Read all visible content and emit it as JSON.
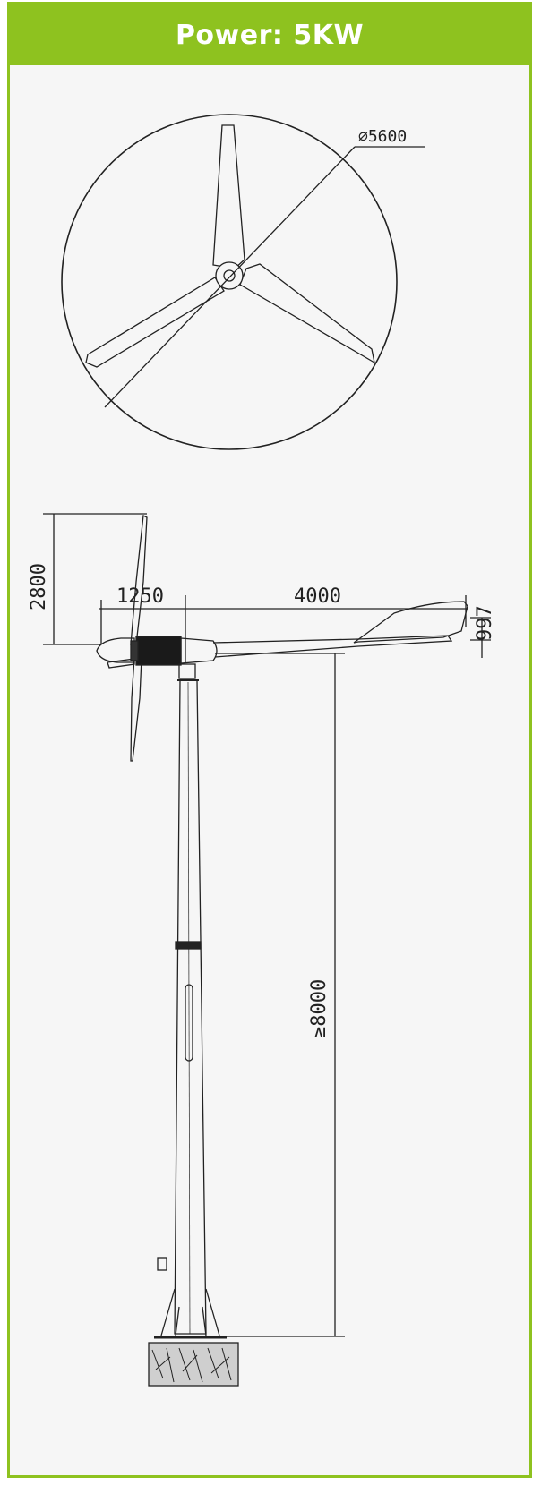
{
  "header": {
    "title": "Power: 5KW"
  },
  "colors": {
    "accent": "#8ec21f",
    "panel": "#f6f6f6",
    "line": "#222222"
  },
  "dimensions": {
    "rotor_diameter": "⌀5600",
    "blade_height": "2800",
    "hub_to_tower": "1250",
    "tail_length": "4000",
    "tail_height": "997",
    "tower_height": "≥8000"
  }
}
